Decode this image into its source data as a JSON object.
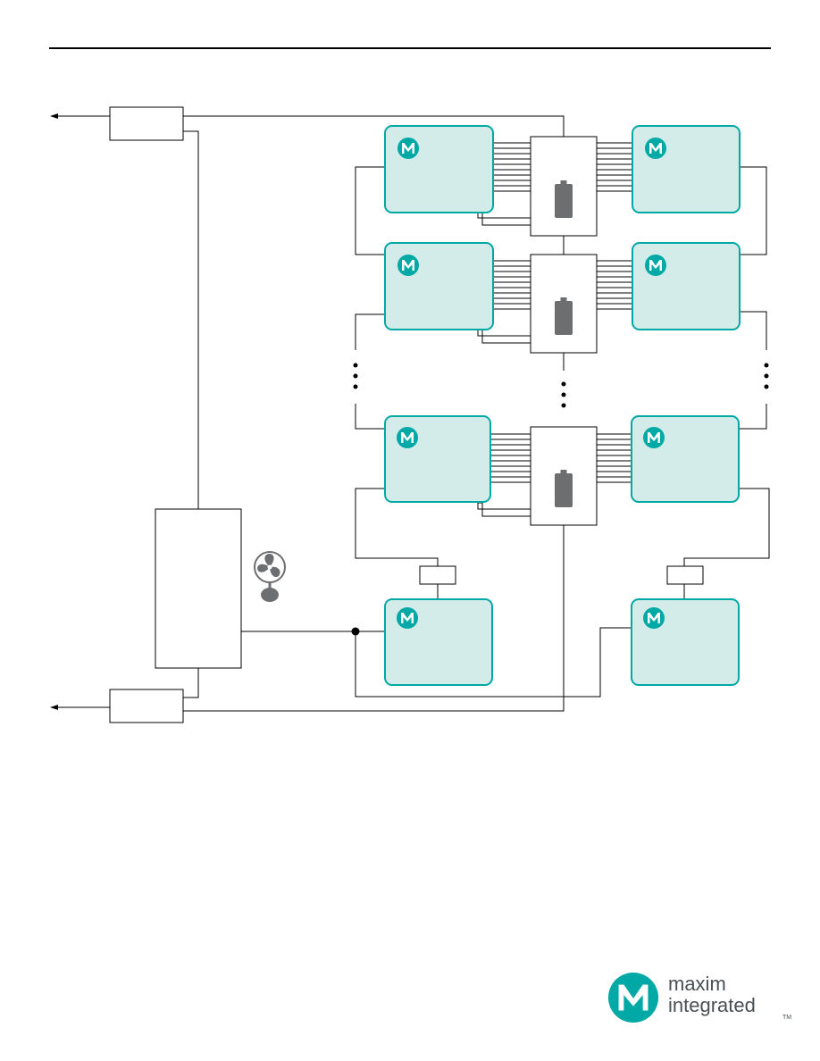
{
  "colors": {
    "accent": "#00a9a5",
    "module_fill": "#d3ecea",
    "line": "#000000",
    "battery": "#6d6e70",
    "text_gray": "#4a4f54"
  },
  "brand": {
    "line1": "maxim",
    "line2": "integrated",
    "tm": "TM"
  }
}
